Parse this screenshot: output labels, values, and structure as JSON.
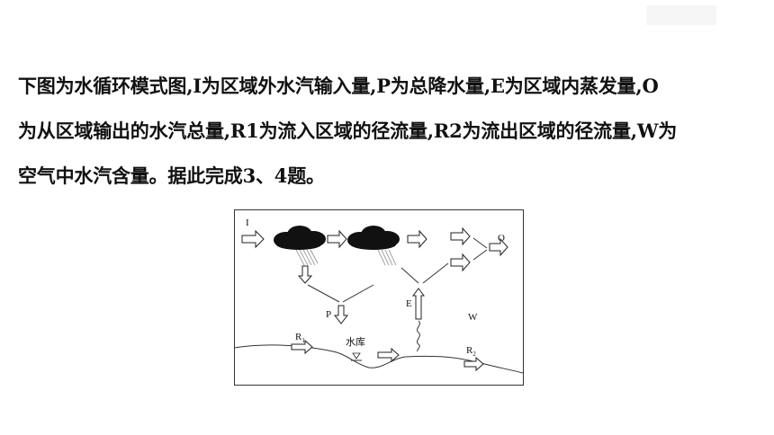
{
  "question": {
    "line1": "下图为水循环模式图,I为区域外水汽输入量,P为总降水量,E为区域内蒸发量,O",
    "line2": "为从区域输出的水汽总量,R1为流入区域的径流量,R2为流出区域的径流量,W为",
    "line3": "空气中水汽含量。据此完成3、4题。"
  },
  "diagram": {
    "label_I": "I",
    "label_P": "P",
    "label_E": "E",
    "label_O": "O",
    "label_W": "W",
    "label_R1": "R",
    "label_R1_sub": "1",
    "label_R2": "R",
    "label_R2_sub": "2",
    "label_reservoir": "水库"
  }
}
